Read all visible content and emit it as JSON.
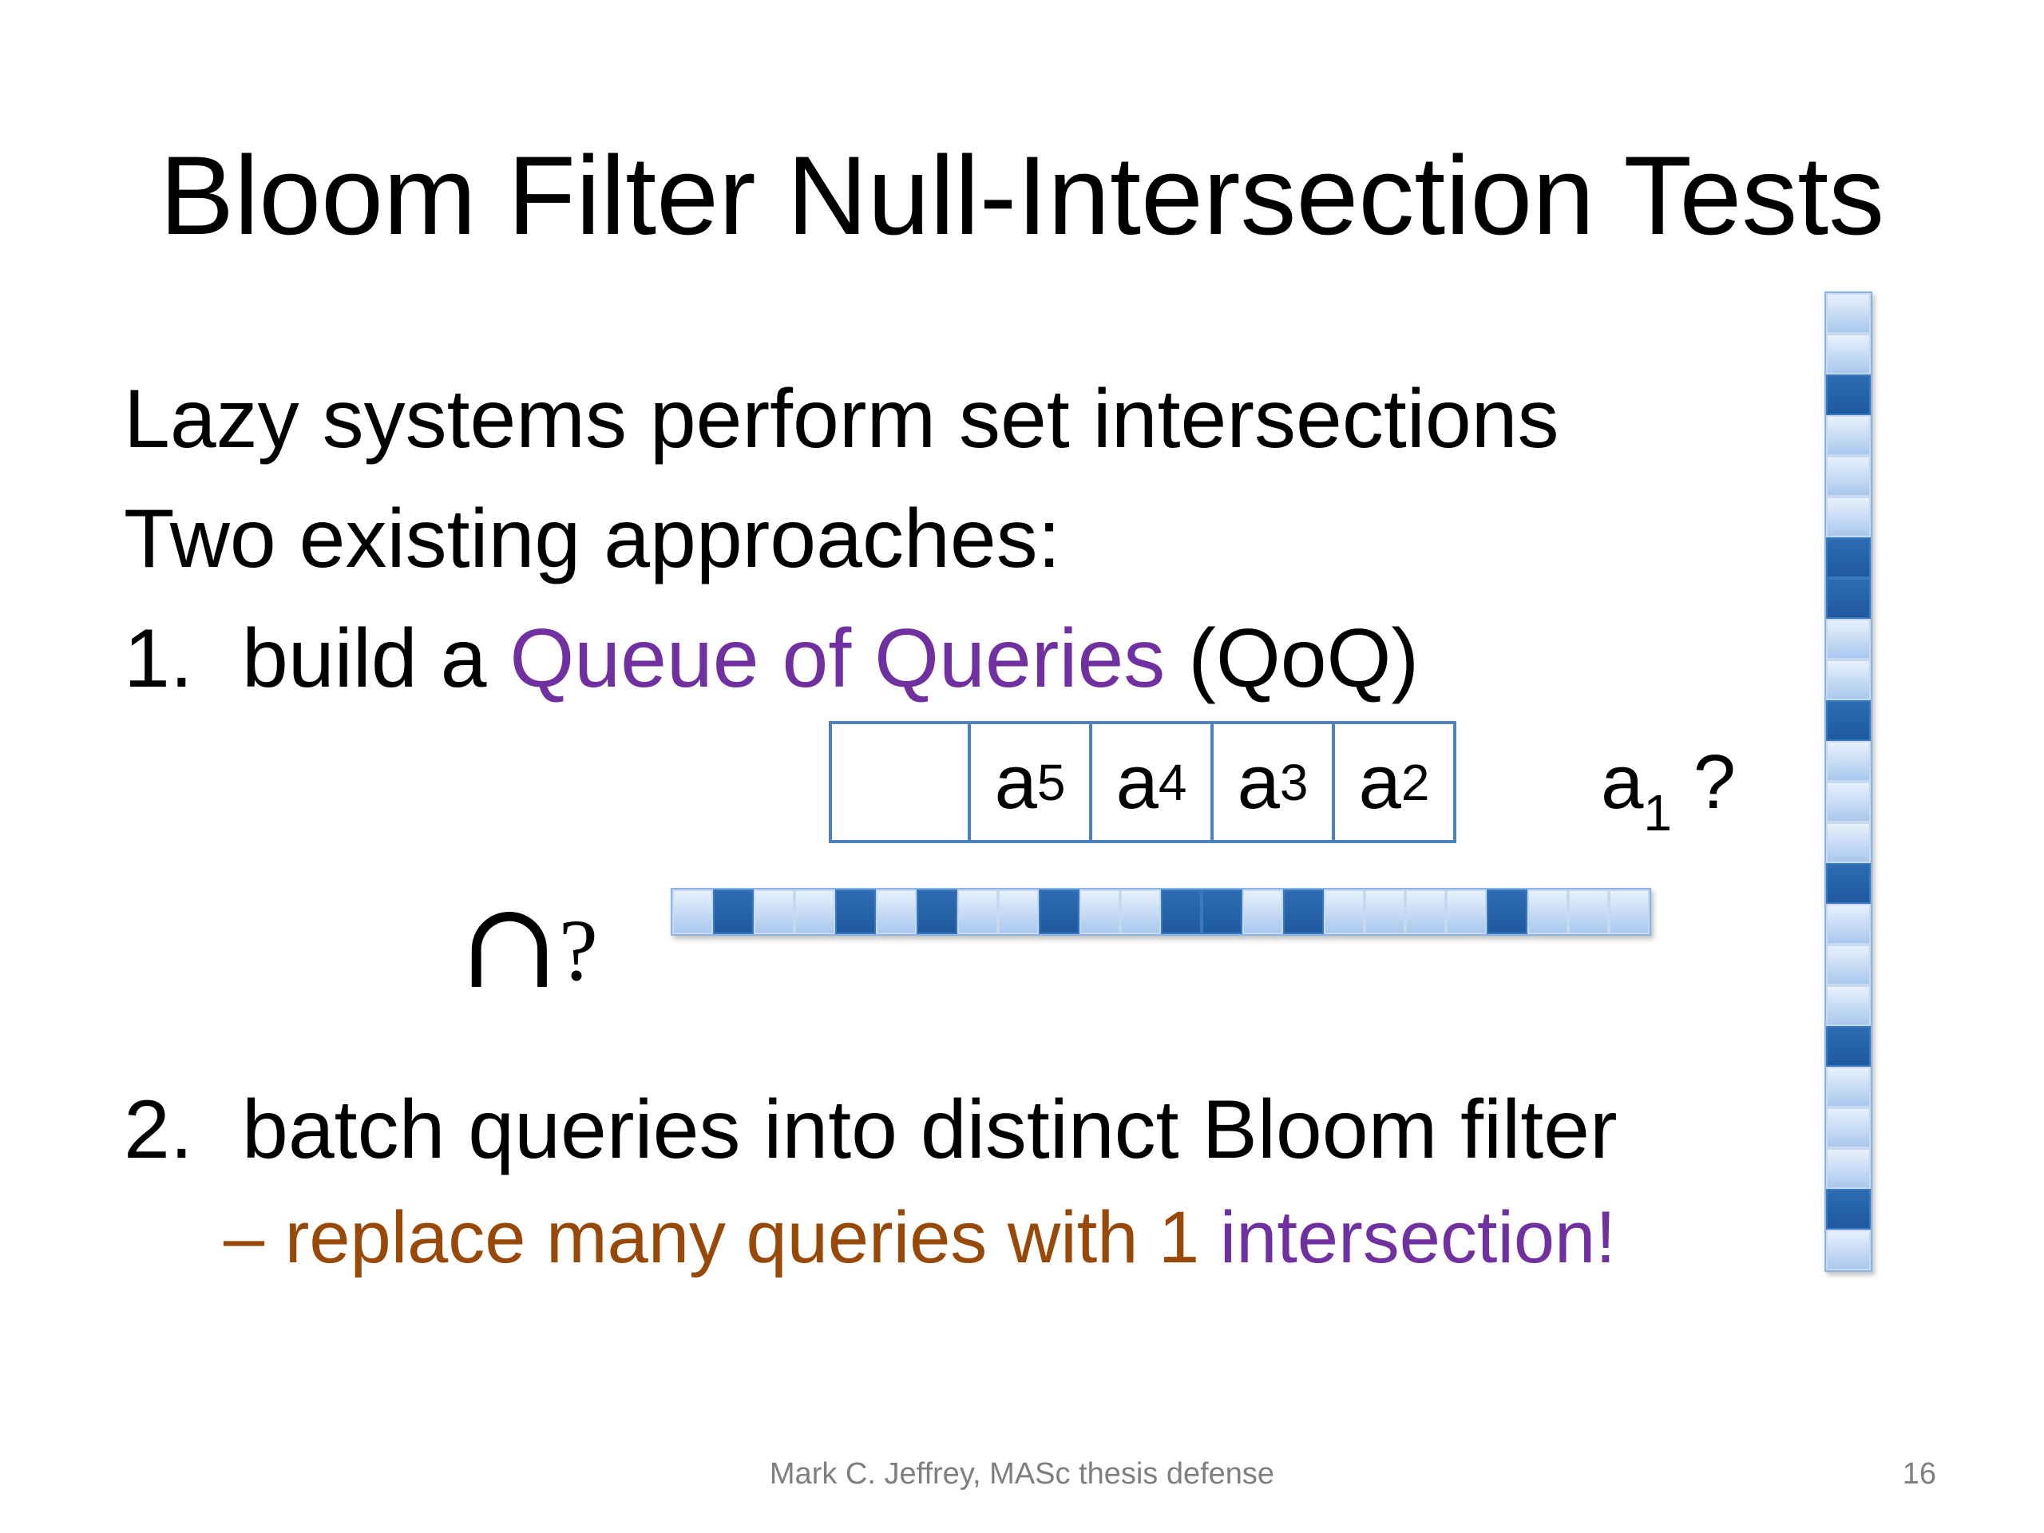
{
  "slide": {
    "title": "Bloom Filter Null-Intersection Tests",
    "line1": "Lazy systems perform set intersections",
    "line2": "Two existing approaches:",
    "item1": {
      "number": "1.",
      "prefix": "build a ",
      "highlight": "Queue of Queries",
      "suffix": " (QoQ)"
    },
    "item2": {
      "number": "2.",
      "text": "batch queries into distinct Bloom filter"
    },
    "subpoint": {
      "part1": "– replace many queries with 1 ",
      "part2": "intersection!"
    },
    "queue": {
      "items": [
        {
          "base": "a",
          "sub": "5"
        },
        {
          "base": "a",
          "sub": "4"
        },
        {
          "base": "a",
          "sub": "3"
        },
        {
          "base": "a",
          "sub": "2"
        }
      ]
    },
    "current_query": {
      "base": "a",
      "sub": "1",
      "suffix": " ?"
    },
    "intersect_symbol": "∩",
    "intersect_question": "?",
    "horizontal_filter_bits": [
      0,
      1,
      0,
      0,
      1,
      0,
      1,
      0,
      0,
      1,
      0,
      0,
      1,
      1,
      0,
      1,
      0,
      0,
      0,
      0,
      1,
      0,
      0,
      0
    ],
    "vertical_filter_bits": [
      0,
      0,
      1,
      0,
      0,
      0,
      1,
      1,
      0,
      0,
      1,
      0,
      0,
      0,
      1,
      0,
      0,
      0,
      1,
      0,
      0,
      0,
      1,
      0
    ],
    "colors": {
      "highlight_purple": "#7030a0",
      "subpoint_brown": "#984807",
      "queue_border": "#4f81bd",
      "bit_set": "#1f5aa0",
      "bit_clear": "#c6d9f1"
    },
    "footer": "Mark C. Jeffrey, MASc thesis defense",
    "page_number": "16"
  }
}
